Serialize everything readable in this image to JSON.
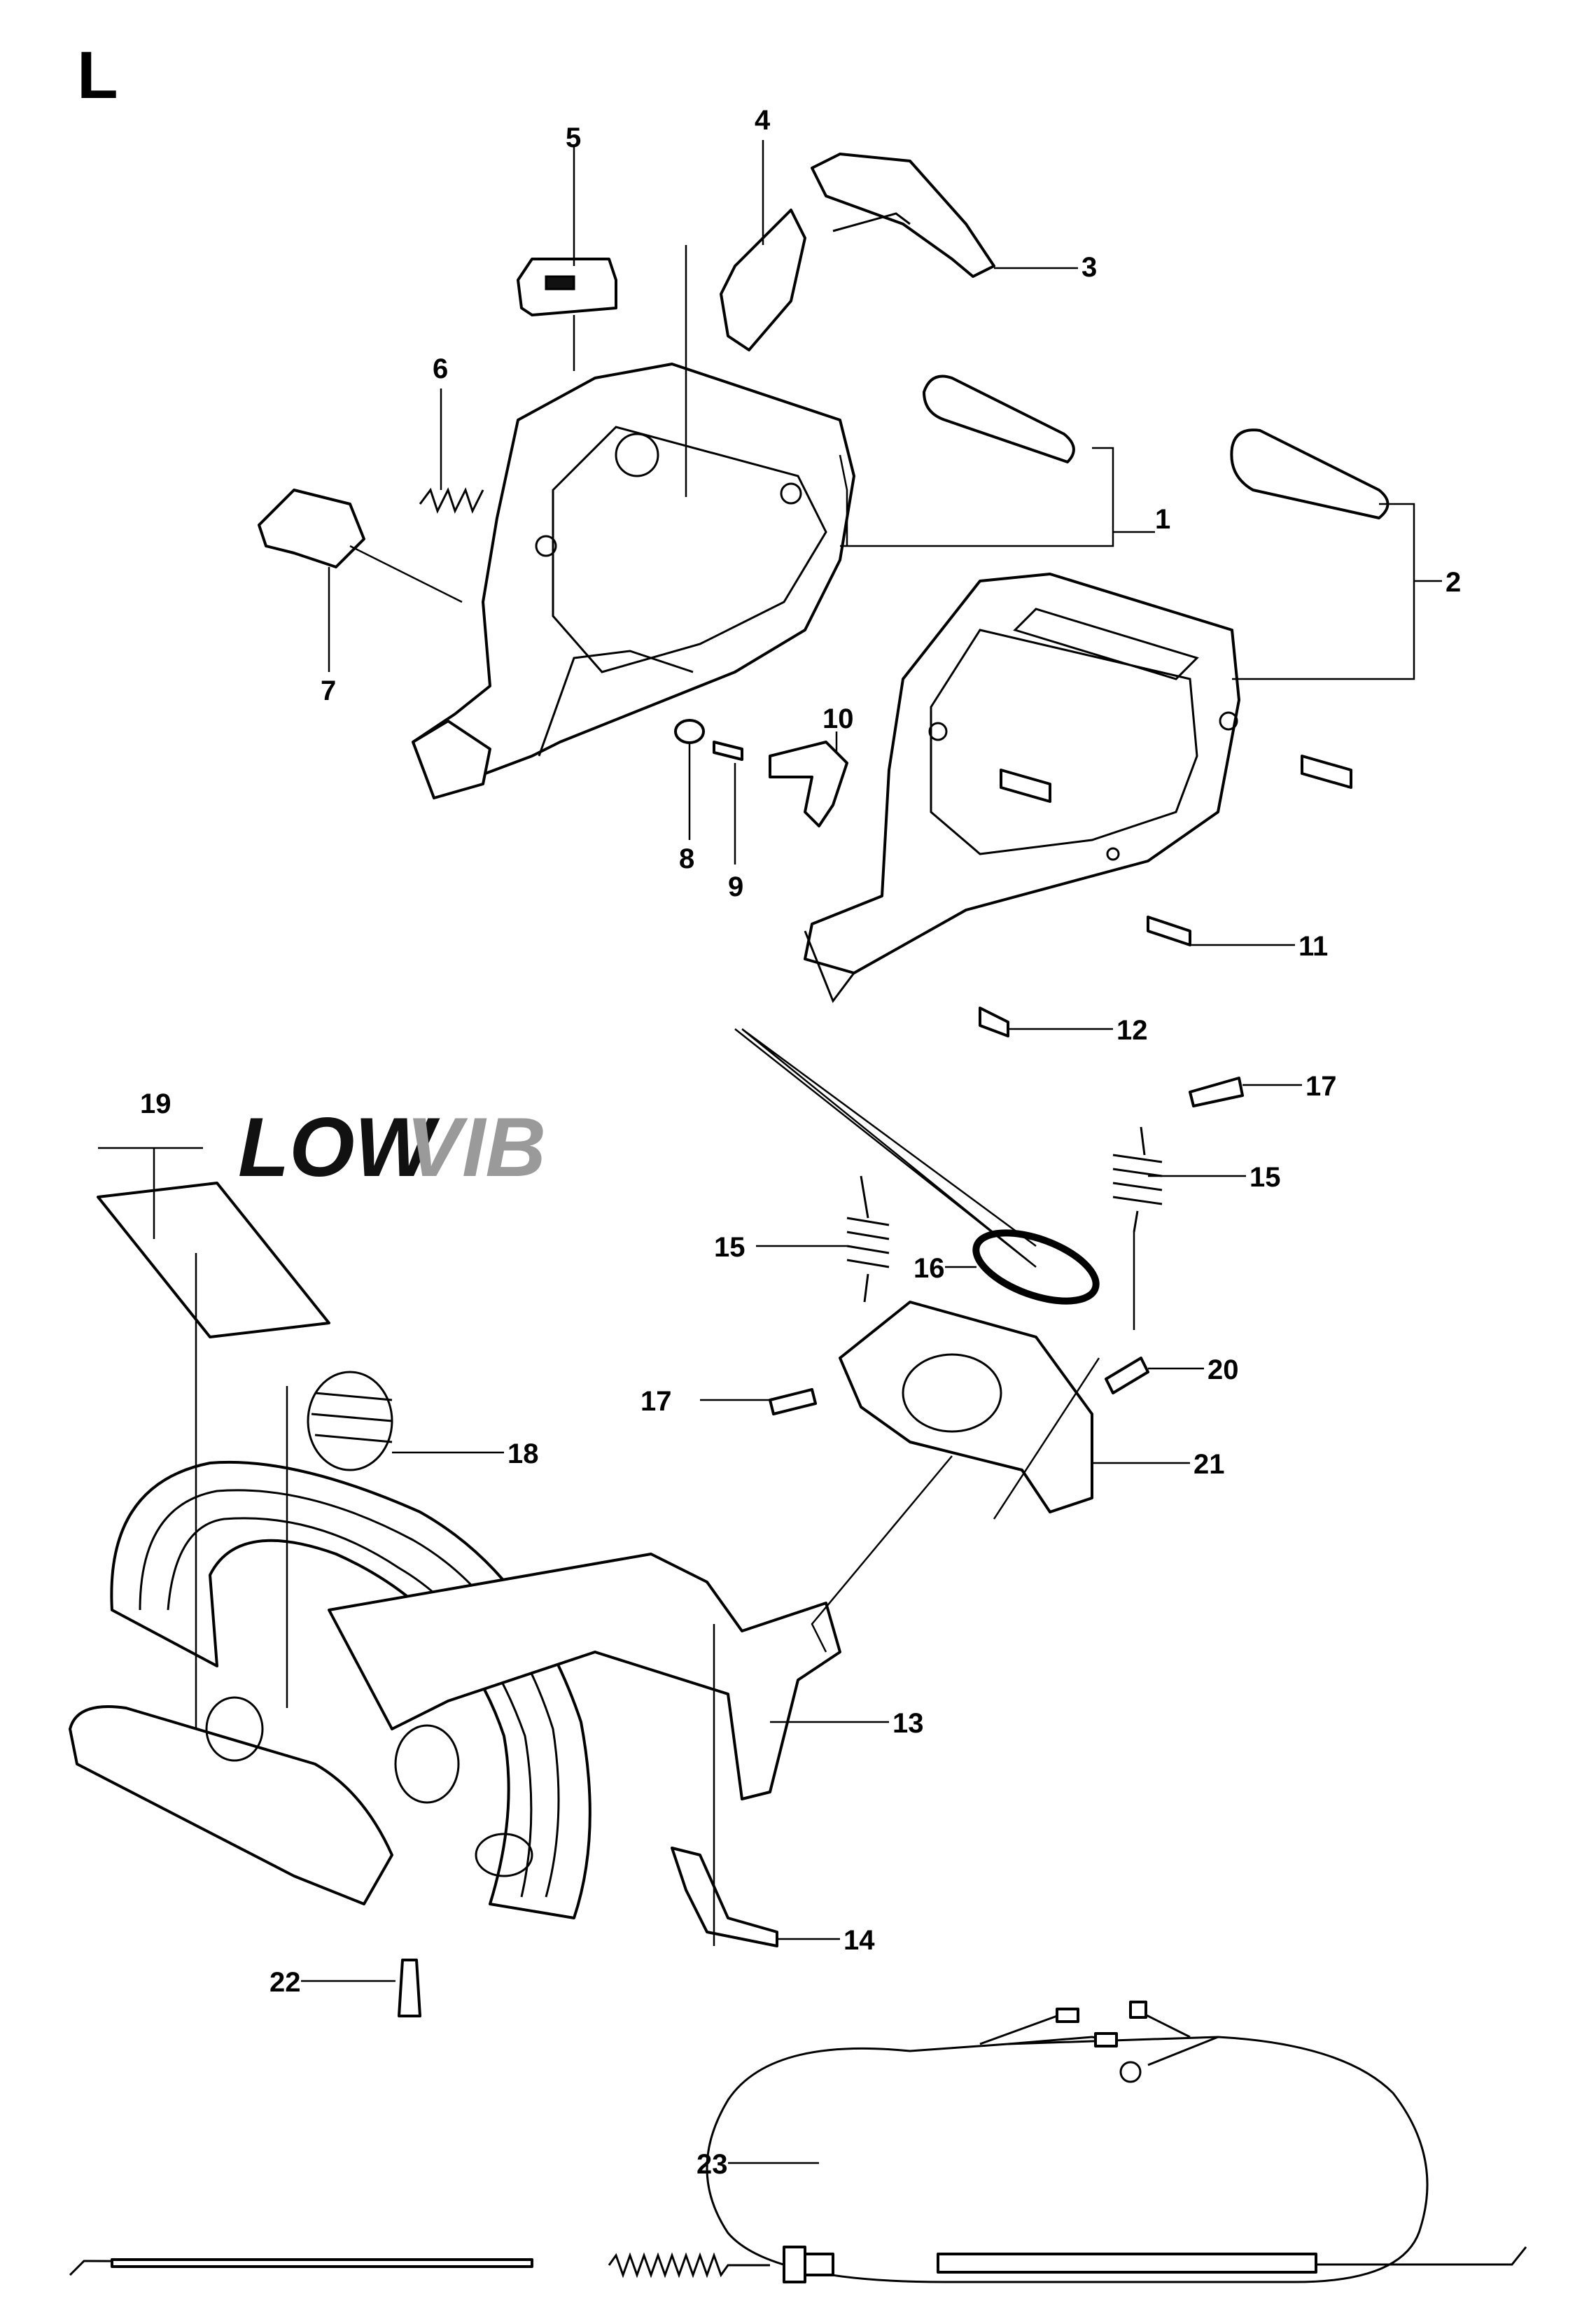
{
  "section_letter": "L",
  "logo": {
    "part1": "LOW",
    "part2": "VIB"
  },
  "callouts": [
    "1",
    "2",
    "3",
    "4",
    "5",
    "6",
    "7",
    "8",
    "9",
    "10",
    "11",
    "12",
    "13",
    "14",
    "15",
    "15",
    "16",
    "17",
    "17",
    "18",
    "19",
    "20",
    "21",
    "22",
    "23"
  ]
}
